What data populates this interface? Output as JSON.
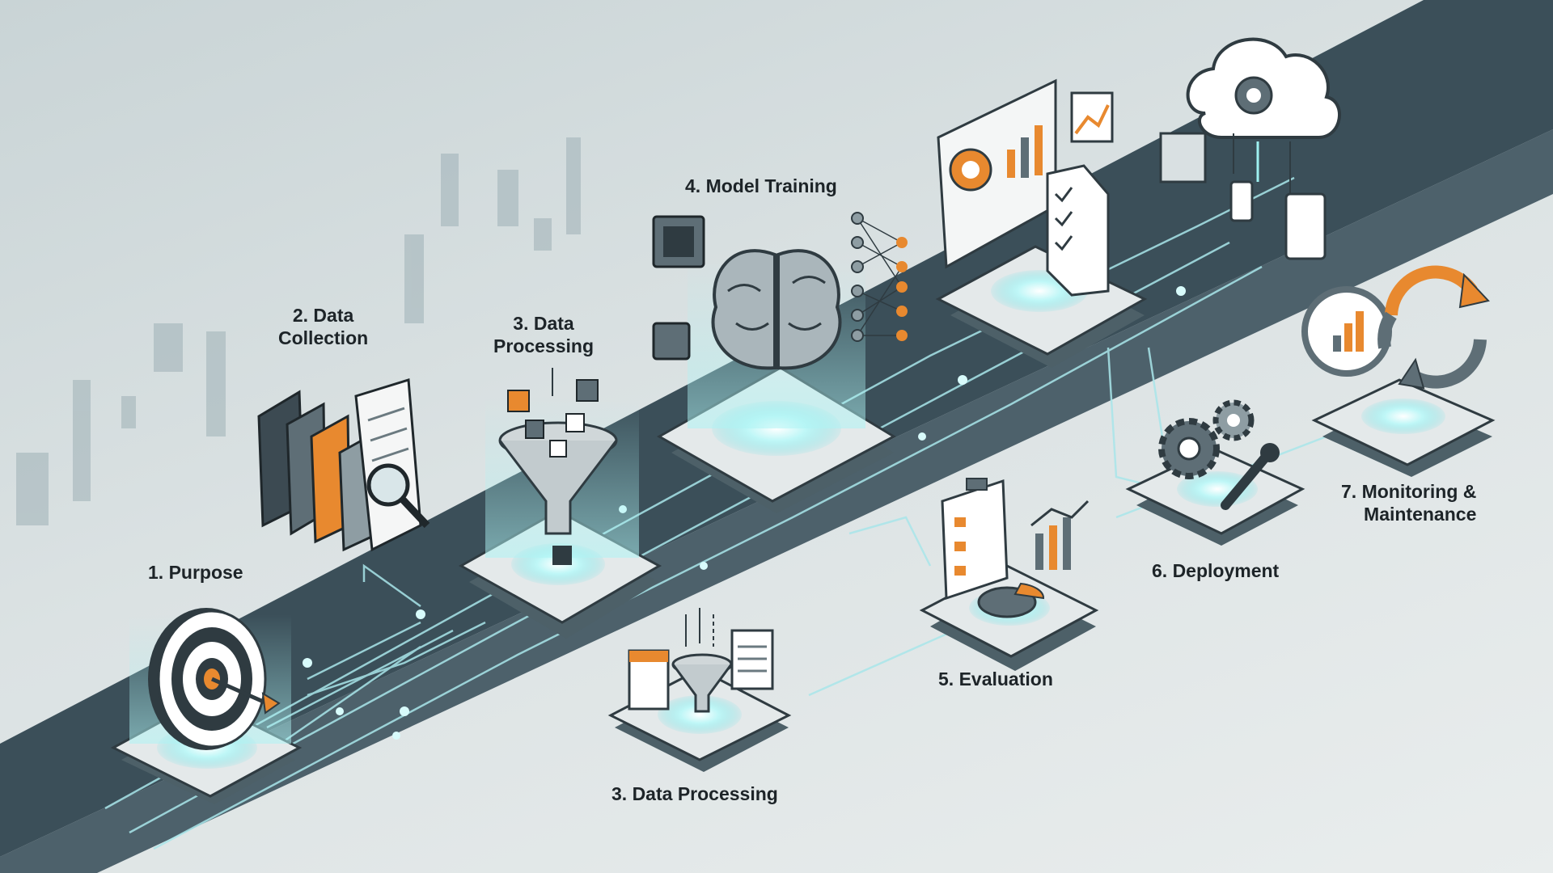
{
  "colors": {
    "background": "#d3dbdd",
    "road": "#3b4f59",
    "glow": "#9ef0f0",
    "accent": "#e8892f",
    "stroke": "#2f3b41",
    "platform": "#dfe5e6"
  },
  "steps": [
    {
      "label": "1. Purpose",
      "icon": "target-icon"
    },
    {
      "label": "2. Data\nCollection",
      "icon": "books-documents-icon"
    },
    {
      "label": "3. Data\nProcessing",
      "icon": "funnel-icon"
    },
    {
      "label": "3. Data Processing",
      "icon": "funnel-filter-icon"
    },
    {
      "label": "4. Model Training",
      "icon": "brain-network-icon"
    },
    {
      "label": "5. Evaluation",
      "icon": "clipboard-chart-icon"
    },
    {
      "label": "6. Deployment",
      "icon": "gears-wrench-icon"
    },
    {
      "label": "7. Monitoring &\nMaintenance",
      "icon": "cycle-arrows-icon"
    }
  ],
  "decor": {
    "dashboard": "dashboard-icon",
    "cloud": "cloud-devices-icon"
  }
}
